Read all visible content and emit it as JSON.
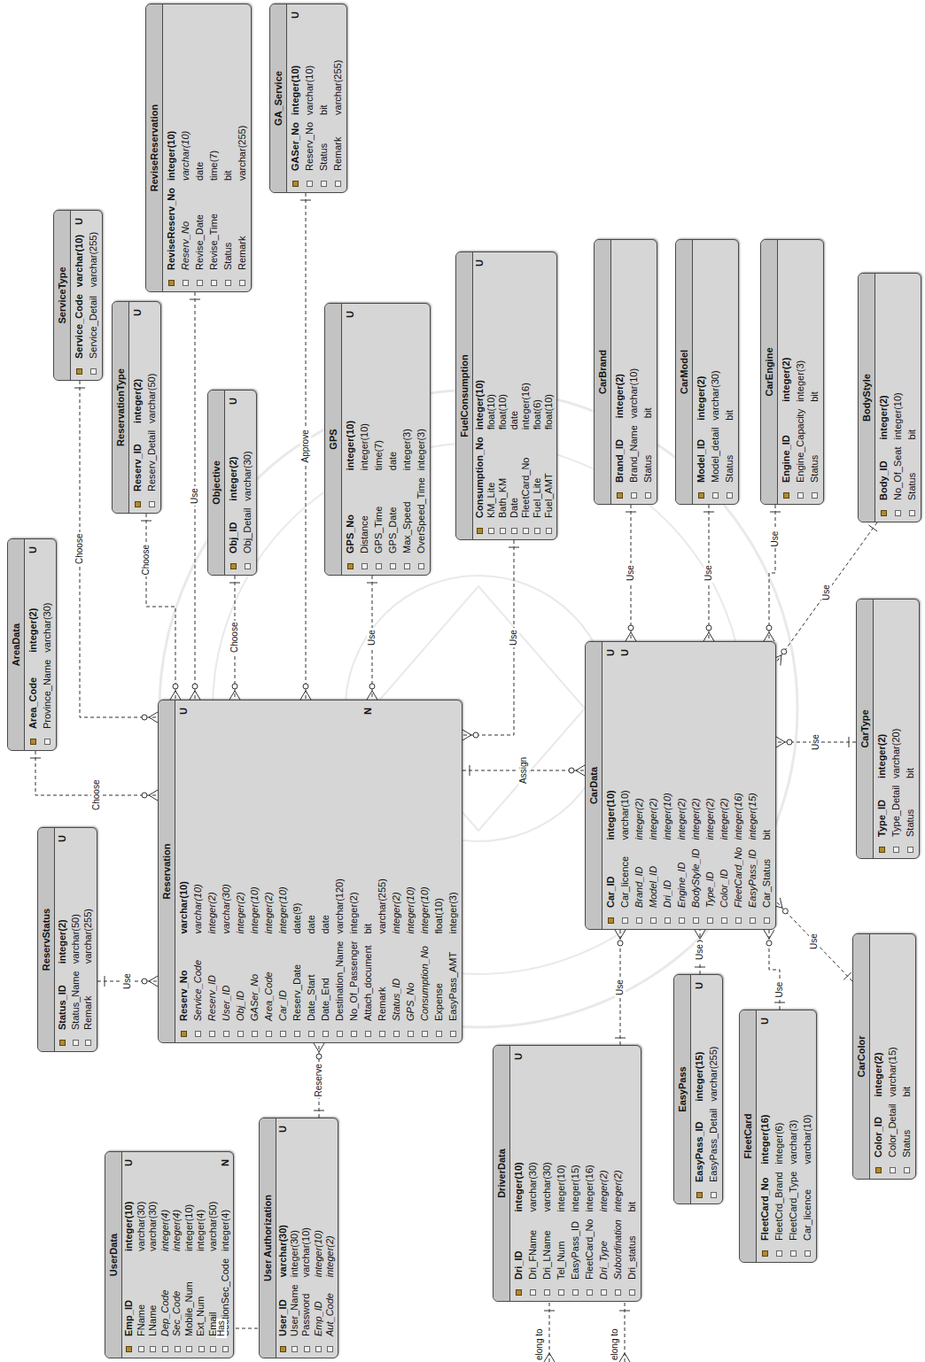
{
  "diagram": {
    "nodes": [
      {
        "text": [
          "UserData",
          "Emp_ID",
          "integer(10)",
          "U",
          "FName",
          "varchar(30)",
          "LName",
          "varchar(30)",
          "Dep_Code",
          "integer(4)",
          "Sec_Code",
          "integer(4)",
          "Mobile_Num",
          "integer(10)",
          "Ext_Num",
          "integer(4)",
          "Email",
          "varchar(50)",
          "SectionSec_Code",
          "integer(4)",
          "N"
        ]
      },
      {
        "text": [
          "User Authorization",
          "User_ID",
          "varchar(30)",
          "U",
          "User_Name",
          "integer(30)",
          "Password",
          "varchar(10)",
          "Emp_ID",
          "integer(10)",
          "Aut_Code",
          "integer(2)"
        ]
      },
      {
        "text": [
          "ReservStatus",
          "Status_ID",
          "integer(2)",
          "U",
          "Status_Name",
          "varchar(50)",
          "Remark",
          "varchar(255)"
        ]
      },
      {
        "text": [
          "AreaData",
          "Area_Code",
          "integer(2)",
          "U",
          "Province_Name",
          "varchar(30)"
        ]
      },
      {
        "text": [
          "ServiceType",
          "Service_Code",
          "varchar(10)",
          "U",
          "Service_Detail",
          "varchar(255)"
        ]
      },
      {
        "text": [
          "ReservationType",
          "Reserv_ID",
          "integer(2)",
          "U",
          "Reserv_Detail",
          "varchar(50)"
        ]
      },
      {
        "text": [
          "ReviseReservation",
          "ReviseReserv_No",
          "integer(10)",
          "Reserv_No",
          "varchar(10)",
          "Revise_Date",
          "date",
          "Revise_Time",
          "time(7)",
          "Status",
          "bit",
          "Remark",
          "varchar(255)"
        ]
      },
      {
        "text": [
          "Objective",
          "Obj_ID",
          "integer(2)",
          "U",
          "Obj_Detail",
          "varchar(30)"
        ]
      },
      {
        "text": [
          "GA_Service",
          "GASer_No",
          "integer(10)",
          "U",
          "Reserv_No",
          "varchar(10)",
          "Status",
          "bit",
          "Remark",
          "varchar(255)"
        ]
      },
      {
        "text": [
          "GPS",
          "GPS_No",
          "integer(10)",
          "U",
          "Distance",
          "integer(10)",
          "GPS_Time",
          "time(7)",
          "GPS_Date",
          "date",
          "Max_Speed",
          "integer(3)",
          "OverSpeed_Time",
          "integer(3)"
        ]
      },
      {
        "text": [
          "Reservation",
          "Reserv_No",
          "varchar(10)",
          "U",
          "Service_Code",
          "varchar(10)",
          "Reserv_ID",
          "integer(2)",
          "User_ID",
          "varchar(30)",
          "Obj_ID",
          "integer(2)",
          "GASer_No",
          "integer(10)",
          "Area_Code",
          "integer(2)",
          "Car_ID",
          "integer(10)",
          "Reserv_Date",
          "date(9)",
          "Date_Start",
          "date",
          "Date_End",
          "date",
          "Destination_Name",
          "varchar(120)",
          "No_Of_Passenger",
          "integer(2)",
          "Attach_document",
          "bit",
          "N",
          "Remark",
          "varchar(255)",
          "Status_ID",
          "integer(2)",
          "GPS_No",
          "integer(10)",
          "Consumption_No",
          "integer(10)",
          "Expense",
          "float(10)",
          "EasyPass_AMT",
          "integer(3)"
        ]
      },
      {
        "text": [
          "FuelConsumption",
          "Consumption_No",
          "integer(10)",
          "U",
          "KM_Lite",
          "float(10)",
          "Bath_KM",
          "float(10)",
          "Date",
          "date",
          "FleetCard_No",
          "integer(16)",
          "Fuel_Lite",
          "float(6)",
          "Fuel_AMT",
          "float(10)"
        ]
      },
      {
        "text": [
          "CarBrand",
          "Brand_ID",
          "integer(2)",
          "Brand_Name",
          "varchar(10)",
          "Status",
          "bit"
        ]
      },
      {
        "text": [
          "CarModel",
          "Model_ID",
          "integer(2)",
          "Model_detail",
          "varchar(30)",
          "Status",
          "bit"
        ]
      },
      {
        "text": [
          "CarEngine",
          "Engine_ID",
          "integer(2)",
          "Engine_Capacity",
          "integer(3)",
          "Status",
          "bit"
        ]
      },
      {
        "text": [
          "BodyStyle",
          "Body_ID",
          "integer(2)",
          "No_Of_Seat",
          "integer(10)",
          "Status",
          "bit"
        ]
      },
      {
        "text": [
          "CarData",
          "Car_ID",
          "integer(10)",
          "U",
          "Car_licence",
          "varchar(10)",
          "U",
          "Brand_ID",
          "integer(2)",
          "Model_ID",
          "integer(2)",
          "Dri_ID",
          "integer(10)",
          "Engine_ID",
          "integer(2)",
          "BodyStyle_ID",
          "integer(2)",
          "Type_ID",
          "integer(2)",
          "Color_ID",
          "integer(2)",
          "FleetCard_No",
          "integer(16)",
          "EasyPass_ID",
          "integer(15)",
          "Car_Status",
          "bit"
        ]
      },
      {
        "text": [
          "CarType",
          "Type_ID",
          "integer(2)",
          "Type_Detail",
          "varchar(20)",
          "Status",
          "bit"
        ]
      },
      {
        "text": [
          "CarColor",
          "Color_ID",
          "integer(2)",
          "Color_Detail",
          "varchar(15)",
          "Status",
          "bit"
        ]
      },
      {
        "text": [
          "FleetCard",
          "FleetCard_No",
          "integer(16)",
          "U",
          "FleetCrd_Brand",
          "integer(6)",
          "FleetCard_Type",
          "varchar(3)",
          "Car_licence",
          "varchar(10)"
        ]
      },
      {
        "text": [
          "EasyPass",
          "EasyPass_ID",
          "integer(15)",
          "U",
          "EasyPass_Detail",
          "varchar(255)"
        ]
      },
      {
        "text": [
          "DriverData",
          "Dri_ID",
          "integer(10)",
          "U",
          "Dri_FName",
          "varchar(30)",
          "Dri_LName",
          "varchar(30)",
          "Tel_Num",
          "integer(10)",
          "EasyPass_ID",
          "integer(15)",
          "FleetCard_No",
          "integer(16)",
          "Dri_Type",
          "integer(2)",
          "Subordination",
          "integer(2)",
          "Dri_status",
          "bit"
        ]
      }
    ],
    "edges": [
      {
        "from": 1,
        "to": 0,
        "label": "Has",
        "arrow": "none"
      },
      {
        "from": 1,
        "to": 10,
        "label": "Reserve",
        "arrow": "none"
      },
      {
        "from": 2,
        "to": 10,
        "label": "Use",
        "arrow": "none"
      },
      {
        "from": 3,
        "to": 10,
        "label": "Choose",
        "arrow": "none"
      },
      {
        "from": 4,
        "to": 10,
        "label": "Choose",
        "arrow": "none"
      },
      {
        "from": 5,
        "to": 10,
        "label": "Choose",
        "arrow": "none"
      },
      {
        "from": 6,
        "to": 10,
        "label": "Use",
        "arrow": "none"
      },
      {
        "from": 7,
        "to": 10,
        "label": "Choose",
        "arrow": "none"
      },
      {
        "from": 8,
        "to": 10,
        "label": "Approve",
        "arrow": "none"
      },
      {
        "from": 9,
        "to": 10,
        "label": "Use",
        "arrow": "none"
      },
      {
        "from": 11,
        "to": 10,
        "label": "Use",
        "arrow": "none"
      },
      {
        "from": 10,
        "to": 16,
        "label": "Assign",
        "arrow": "none"
      },
      {
        "from": 12,
        "to": 16,
        "label": "Use",
        "arrow": "none"
      },
      {
        "from": 13,
        "to": 16,
        "label": "Use",
        "arrow": "none"
      },
      {
        "from": 14,
        "to": 16,
        "label": "Use",
        "arrow": "none"
      },
      {
        "from": 15,
        "to": 16,
        "label": "Use",
        "arrow": "none"
      },
      {
        "from": 17,
        "to": 16,
        "label": "Use",
        "arrow": "none"
      },
      {
        "from": 18,
        "to": 16,
        "label": "Use",
        "arrow": "none"
      },
      {
        "from": 19,
        "to": 16,
        "label": "Use",
        "arrow": "none"
      },
      {
        "from": 20,
        "to": 16,
        "label": "Use",
        "arrow": "none"
      },
      {
        "from": 21,
        "to": 16,
        "label": "Use",
        "arrow": "none"
      }
    ],
    "labels": [
      "elong to",
      "elong to"
    ]
  }
}
